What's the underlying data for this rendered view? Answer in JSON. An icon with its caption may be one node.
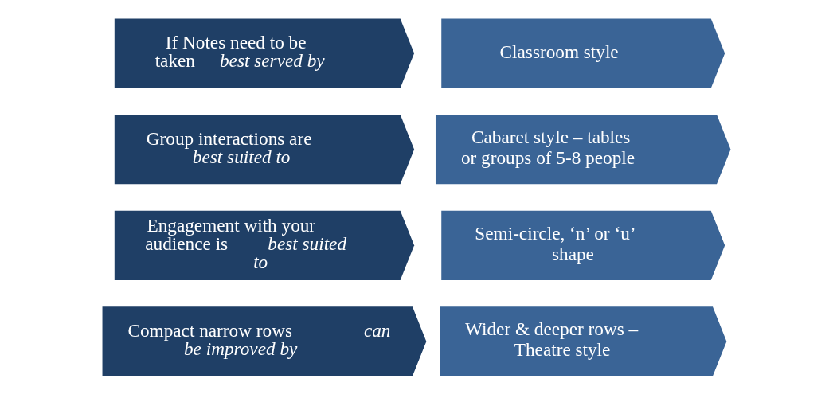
{
  "diagram": {
    "nodes": [
      {
        "text": [
          "Compact narrow rows *can be improved by*"
        ]
      },
      {
        "text": [
          "Wider & deeper rows – Theatre style"
        ]
      },
      {
        "text": [
          "Engagement with your audience is *best suited to*"
        ]
      },
      {
        "text": [
          "Semi-circle, ‘n’ or ‘u’ shape"
        ]
      },
      {
        "text": [
          "Group interactions are *best suited to*"
        ]
      },
      {
        "text": [
          "Cabaret style – tables or groups of 5-8 people"
        ]
      },
      {
        "text": [
          "If Notes need to be taken *best served by*"
        ]
      },
      {
        "text": [
          "Classroom style"
        ]
      }
    ]
  }
}
